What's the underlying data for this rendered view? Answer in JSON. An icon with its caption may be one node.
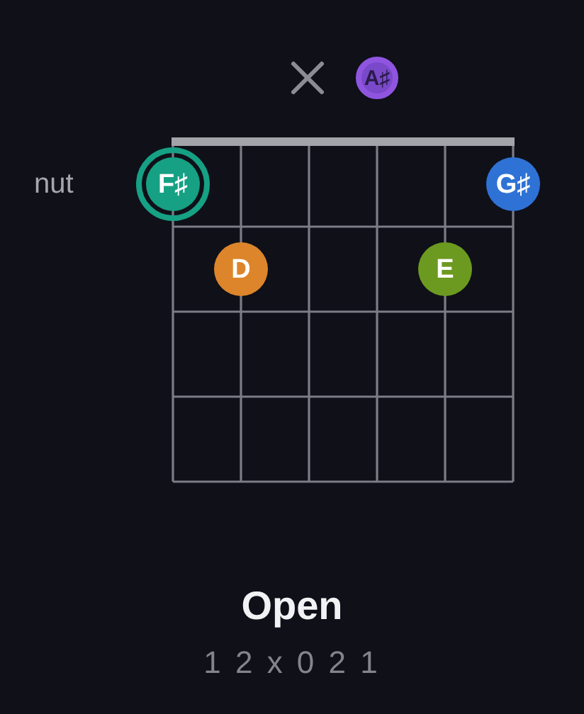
{
  "diagram": {
    "title": "Open",
    "nodes": [
      {
        "text": [
          "A♯"
        ]
      },
      {
        "text": [
          "F♯"
        ]
      },
      {
        "text": [
          "G♯"
        ]
      },
      {
        "text": [
          "D"
        ]
      },
      {
        "text": [
          "E"
        ]
      }
    ],
    "labels": [
      "nut",
      "1 2 x 0 2 1"
    ]
  }
}
